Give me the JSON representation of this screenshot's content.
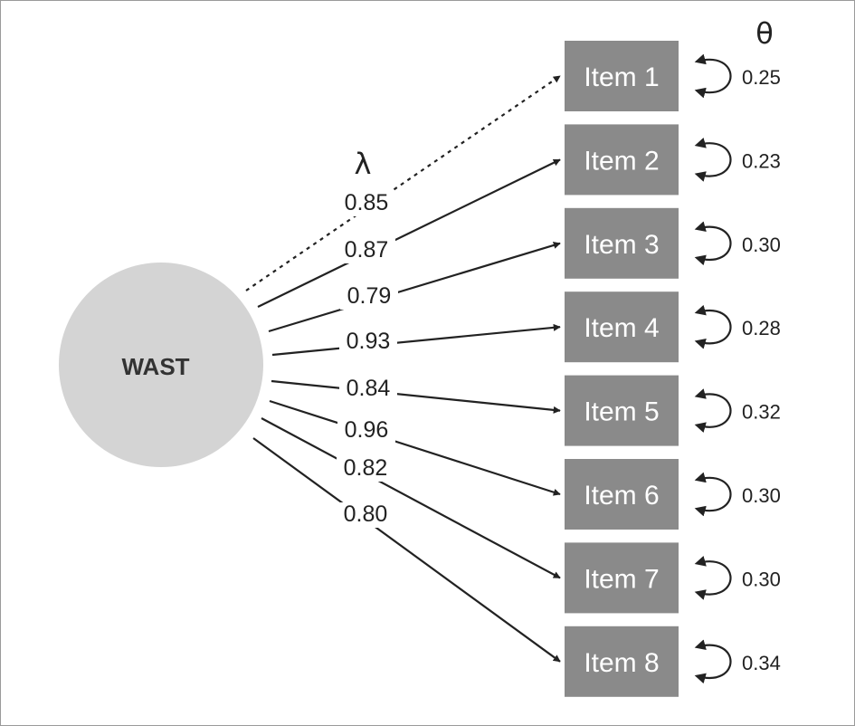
{
  "latent": {
    "label": "WAST",
    "fill": "#d4d4d4"
  },
  "headers": {
    "lambda": "λ",
    "theta": "θ"
  },
  "colors": {
    "box": "#8a8a8a",
    "box_text": "#ffffff",
    "line": "#222222"
  },
  "items": [
    {
      "label": "Item 1",
      "loading": "0.85",
      "error": "0.25",
      "fixed": true
    },
    {
      "label": "Item 2",
      "loading": "0.87",
      "error": "0.23",
      "fixed": false
    },
    {
      "label": "Item 3",
      "loading": "0.79",
      "error": "0.30",
      "fixed": false
    },
    {
      "label": "Item 4",
      "loading": "0.93",
      "error": "0.28",
      "fixed": false
    },
    {
      "label": "Item 5",
      "loading": "0.84",
      "error": "0.32",
      "fixed": false
    },
    {
      "label": "Item 6",
      "loading": "0.96",
      "error": "0.30",
      "fixed": false
    },
    {
      "label": "Item 7",
      "loading": "0.82",
      "error": "0.30",
      "fixed": false
    },
    {
      "label": "Item 8",
      "loading": "0.80",
      "error": "0.34",
      "fixed": false
    }
  ]
}
